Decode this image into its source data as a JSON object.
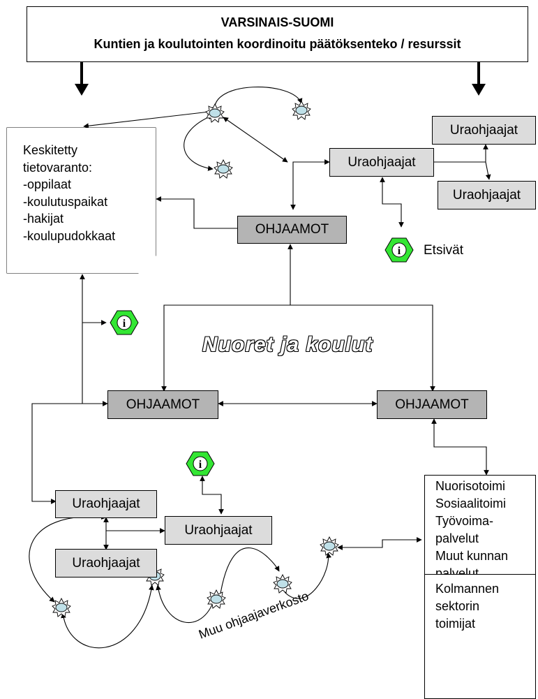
{
  "header": {
    "line1": "VARSINAIS-SUOMI",
    "line2": "Kuntien ja koulutointen koordinoitu päätöksenteko / resurssit"
  },
  "tietovaranto": {
    "lines": [
      "Keskitetty",
      "tietovaranto:",
      "-oppilaat",
      "-koulutuspaikat",
      "-hakijat",
      "-koulupudokkaat"
    ]
  },
  "center_title": "Nuoret ja koulut",
  "ohjaamot": {
    "top": "OHJAAMOT",
    "left": "OHJAAMOT",
    "right": "OHJAAMOT"
  },
  "uraohjaajat": {
    "top_main": "Uraohjaajat",
    "top_upper": "Uraohjaajat",
    "top_lower": "Uraohjaajat",
    "bottom_main": "Uraohjaajat",
    "bottom_right": "Uraohjaajat",
    "bottom_lower": "Uraohjaajat"
  },
  "etsivat_label": "Etsivät",
  "info_icon": "info-hexagon-icon",
  "services": {
    "lines": [
      "Nuorisotoimi",
      "Sosiaalitoimi",
      "Työvoima-",
      "palvelut",
      "Muut kunnan",
      "palvelut"
    ]
  },
  "kolmannen": {
    "lines": [
      "Kolmannen",
      "sektorin",
      "toimijat"
    ]
  },
  "network_label": "Muu ohjaajaverkosto",
  "colors": {
    "light_box": "#dcdcdc",
    "dark_box": "#b4b4b4",
    "info_green": "#33e633",
    "star_fill": "#bfe0e8"
  }
}
